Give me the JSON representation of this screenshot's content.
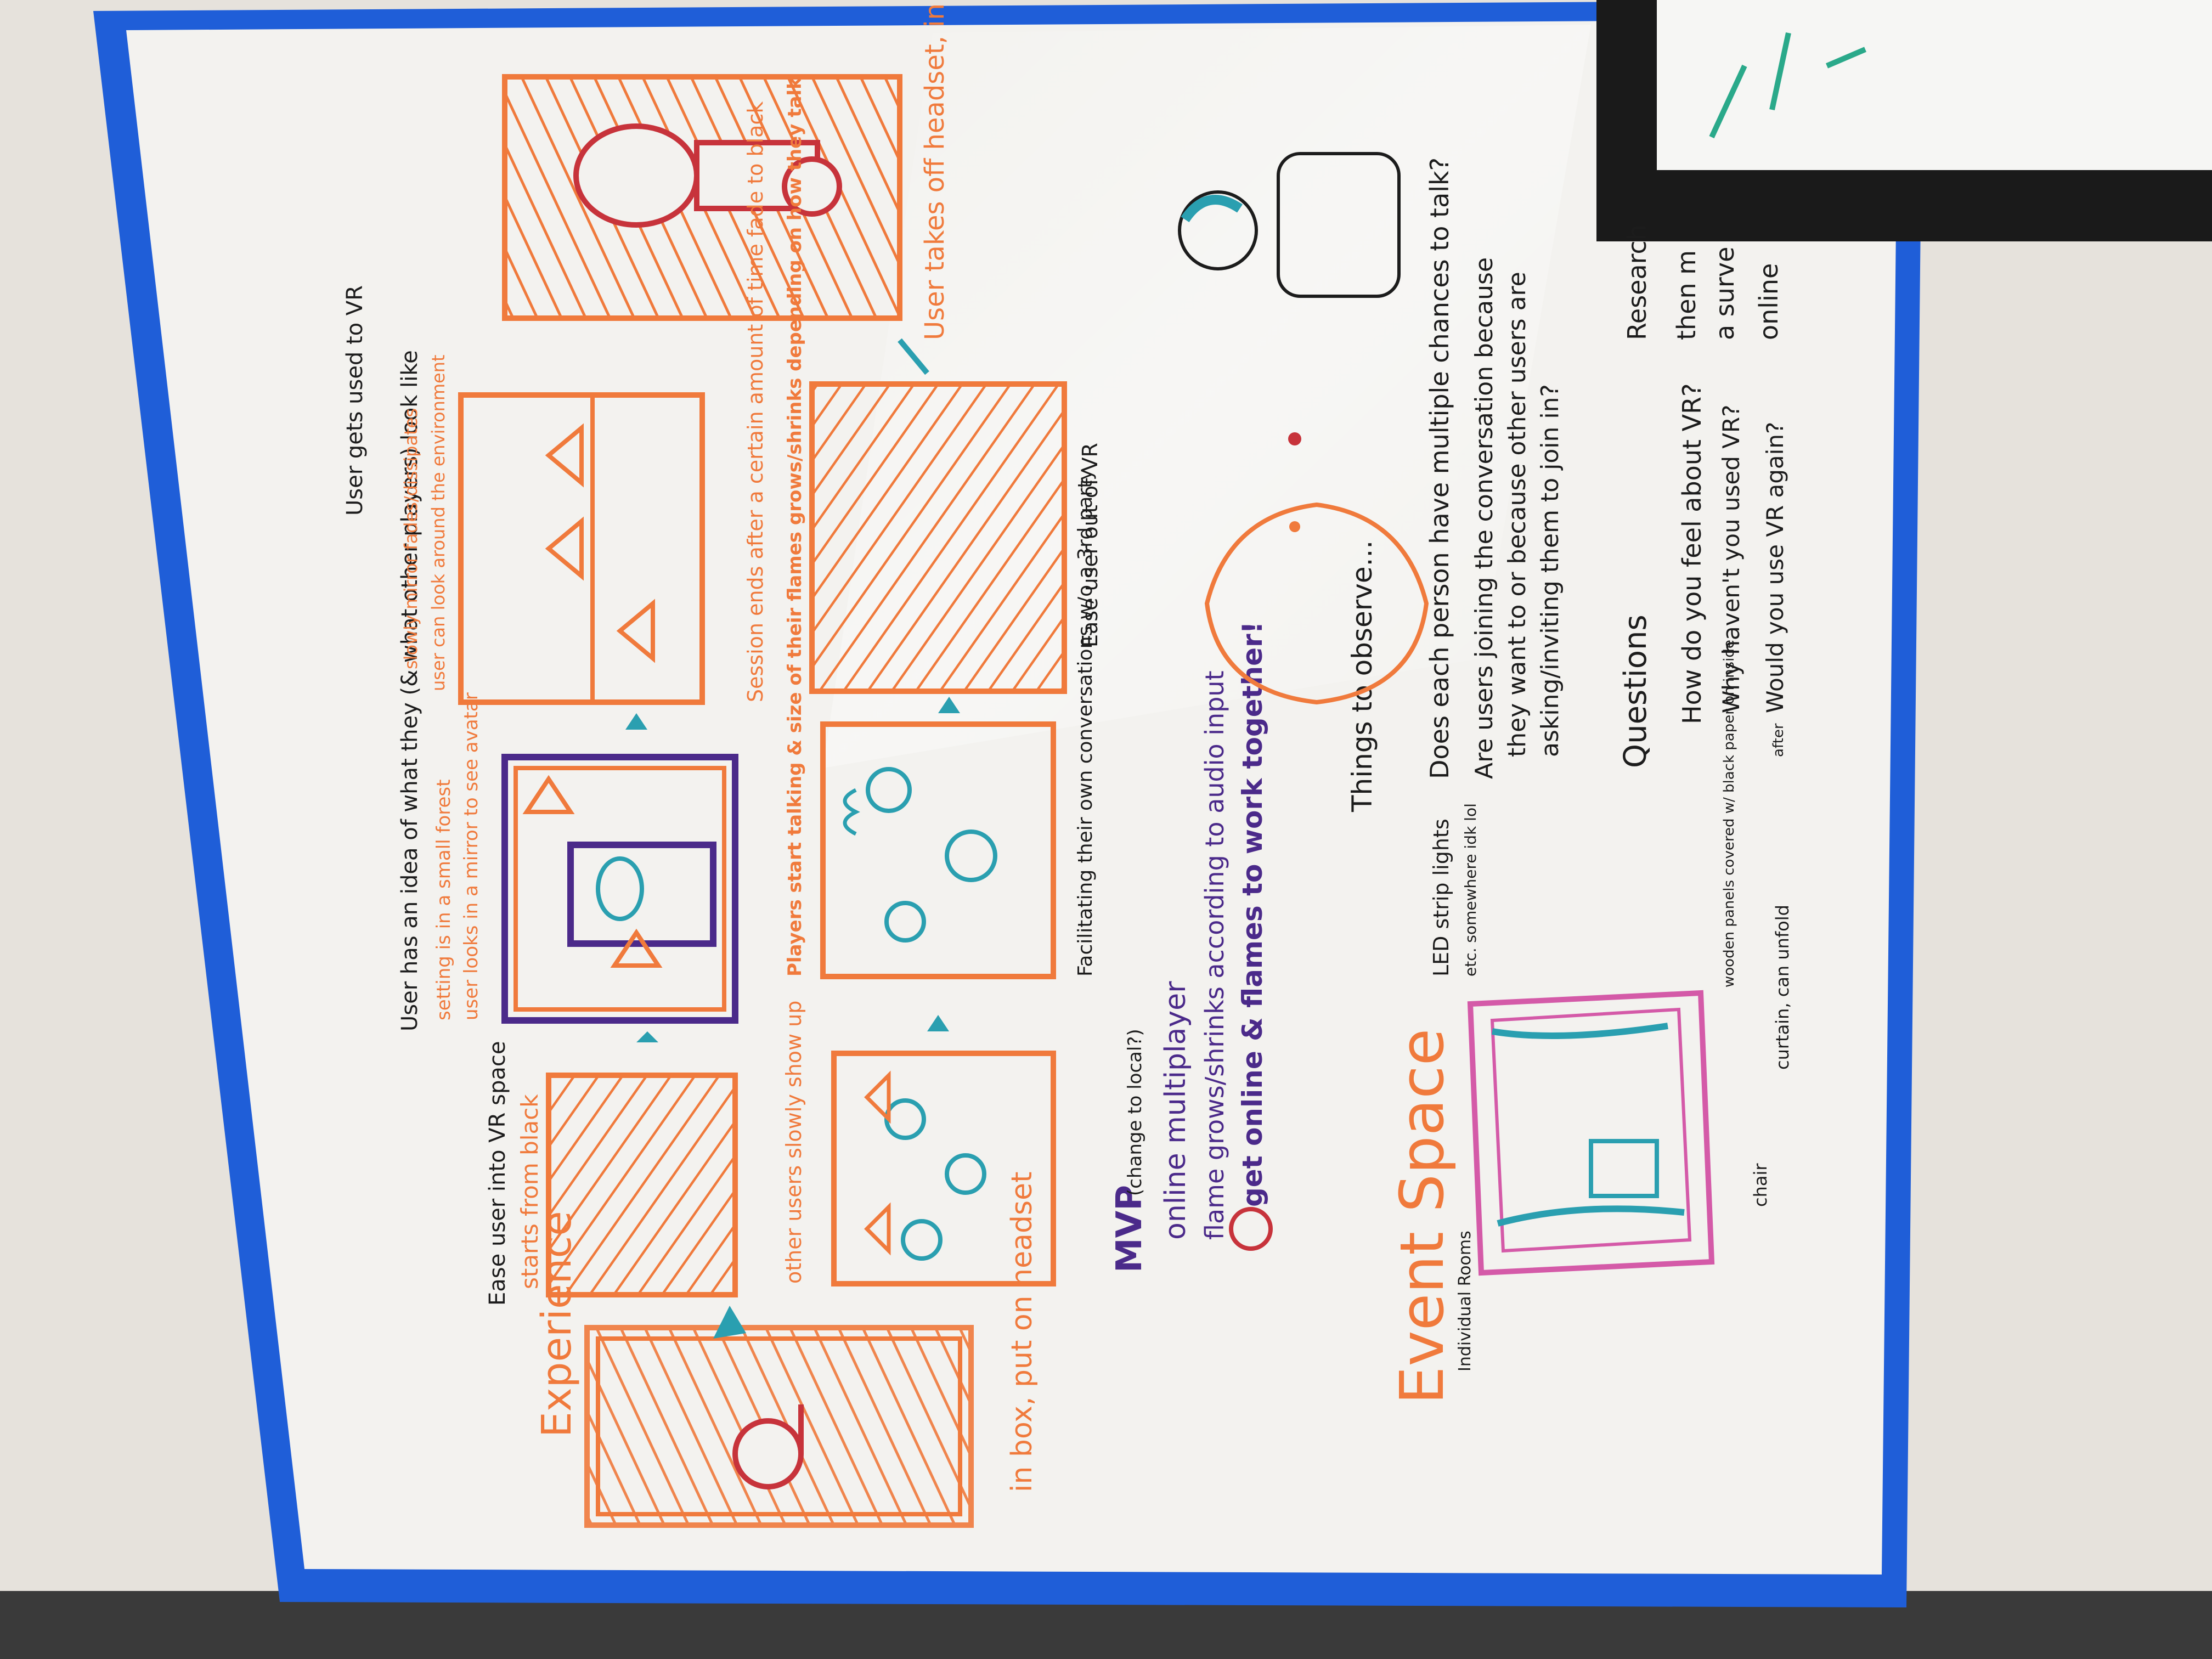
{
  "colors": {
    "wall": "#e9e6e1",
    "board": "#f2f1ee",
    "tape": "#1f5ed8",
    "orange": "#f07a3c",
    "teal": "#2a9fb0",
    "purple": "#4b2a8a",
    "pink": "#d45aa8",
    "black": "#1c1c1c",
    "red": "#c7333b",
    "frame": "#1a1a1a"
  },
  "experience": {
    "heading": "Experience",
    "frame1_caption": "Ease user into VR space",
    "frame1_step": "in box, put on headset",
    "frame2_caption": "starts from black",
    "frame3_caption": "User has an idea of what they (& what other players) look like",
    "frame3_note_a": "setting is in a small forest",
    "frame3_note_b": "user looks in a mirror to see avatar",
    "frame4_caption": "User gets used to VR",
    "frame4_note_a": "slowly mirror fades/dissipates",
    "frame4_note_b": "user can look around the environment",
    "frame5_caption": "other users slowly show up",
    "frame6_caption": "Players start talking & size of their flames grows/shrinks depending on how they talk",
    "frame6_note": "Facilitating their own conversations w/o a 3rd party",
    "frame7_caption": "Session ends after a certain amount of time fade to black",
    "frame7_note": "Ease user out of VR",
    "frame8_caption": "User takes off headset, in the dark box"
  },
  "mvp": {
    "title": "MVP",
    "subtitle": "(change to local?)",
    "item1": "online multiplayer",
    "item2": "flame grows/shrinks according to audio input",
    "item3": "get online & flames to work together!"
  },
  "event_space": {
    "title": "Event Space",
    "subtitle": "Individual Rooms",
    "label_led": "LED strip lights",
    "label_led_sub": "etc. somewhere idk lol",
    "label_wood": "wooden panels covered w/ black paper on inside",
    "label_curtain": "curtain, can unfold",
    "label_chair": "chair"
  },
  "observe": {
    "title": "Things to observe...",
    "q1": "Does each person have multiple chances to talk?",
    "q2a": "Are users joining the conversation because",
    "q2b": "they want to or because other users are",
    "q2c": "asking/inviting them to join in?"
  },
  "questions": {
    "title": "Questions",
    "q1": "How do you feel about VR?",
    "q2": "Why haven't you used VR?",
    "q3": "Would you use VR again?",
    "q3_prefix": "after"
  },
  "research": {
    "line1": "Research",
    "line2": "then m",
    "line3": "a surve",
    "line4": "online"
  }
}
